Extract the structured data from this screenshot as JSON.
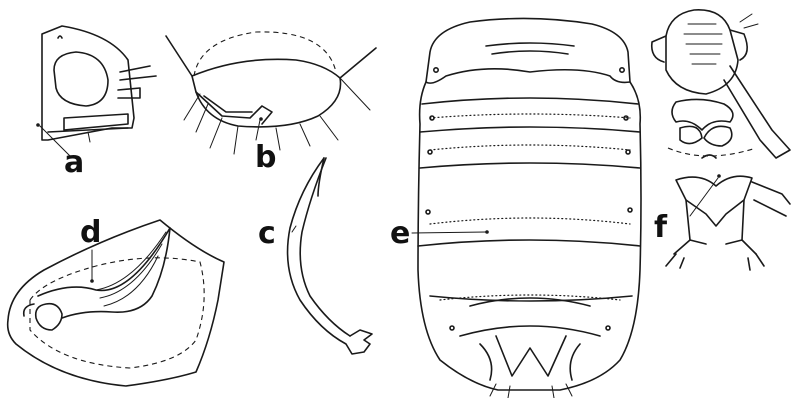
{
  "figure": {
    "panel_labels": {
      "a": "a",
      "b": "b",
      "c": "c",
      "d": "d",
      "e": "e",
      "f": "f"
    },
    "colors": {
      "ink": "#1a1a1a",
      "background": "#ffffff"
    }
  }
}
